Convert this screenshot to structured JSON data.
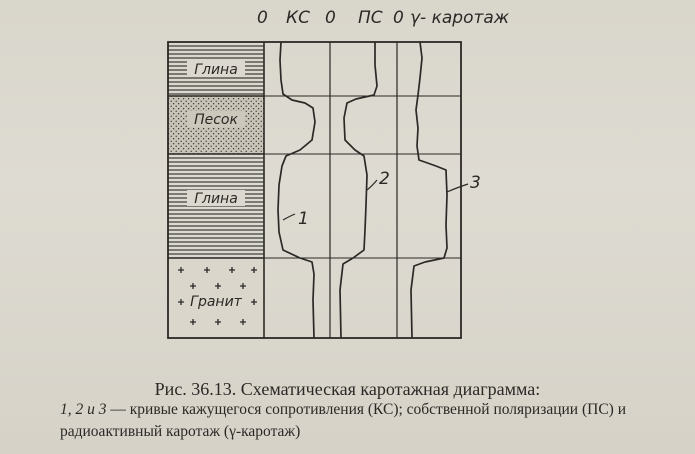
{
  "headers": {
    "zero1": "0",
    "ks": "КС",
    "zero2": "0",
    "ps": "ПС",
    "zero3": "0",
    "gamma": "γ- каротаж"
  },
  "layers": [
    {
      "label": "Глина",
      "pattern": "horizontal-lines"
    },
    {
      "label": "Песок",
      "pattern": "dots"
    },
    {
      "label": "Глина",
      "pattern": "horizontal-lines"
    },
    {
      "label": "Гранит",
      "pattern": "crosses"
    }
  ],
  "curve_labels": {
    "c1": "1",
    "c2": "2",
    "c3": "3"
  },
  "caption": {
    "title": "Рис. 36.13. Схематическая каротажная диаграмма:",
    "line2_nums": "1, 2 и 3",
    "line2_rest": " — кривые кажущегося сопротивления (КС); собственной поляризации (ПС) и",
    "line3": "радиоактивный каротаж (γ-каротаж)"
  },
  "colors": {
    "ink": "#2b2926",
    "paper": "#dcd8cf"
  }
}
